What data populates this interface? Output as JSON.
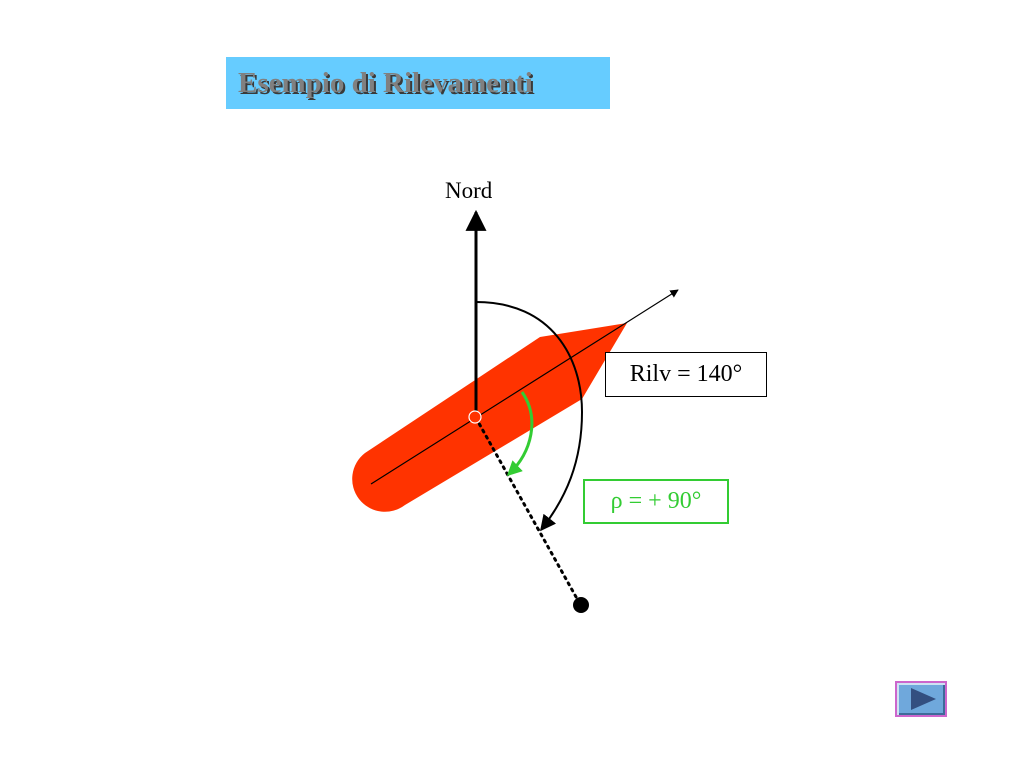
{
  "slide": {
    "title": "Esempio di Rilevamenti",
    "north_label": "Nord",
    "bearing_label": "Rilv = 140°",
    "relative_bearing_label": "ρ = + 90°"
  },
  "diagram": {
    "true_bearing_deg": 140,
    "relative_bearing_deg": 90,
    "colors": {
      "title_background": "#66ccff",
      "title_text": "#808080",
      "ship_hull": "#ff3300",
      "relative_bearing": "#33cc33",
      "lines": "#000000"
    }
  },
  "navigation": {
    "next_icon": "play-triangle-icon"
  }
}
